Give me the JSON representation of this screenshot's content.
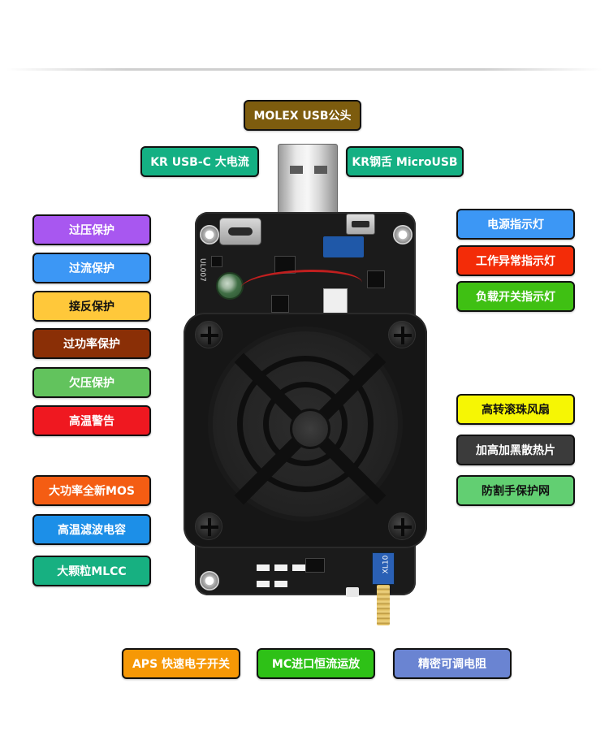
{
  "labels": {
    "molex": {
      "text": "MOLEX USB公头",
      "color": "#7d5c0e"
    },
    "kr_usbc": {
      "text": "KR USB-C 大电流",
      "color": "#14b083"
    },
    "kr_micro": {
      "text": "KR钢舌 MicroUSB",
      "color": "#14b083"
    },
    "left": [
      {
        "text": "过压保护",
        "color": "#a857f0"
      },
      {
        "text": "过流保护",
        "color": "#3c97f5"
      },
      {
        "text": "接反保护",
        "color": "#ffc83a"
      },
      {
        "text": "过功率保护",
        "color": "#8a2f06"
      },
      {
        "text": "欠压保护",
        "color": "#62c35d"
      },
      {
        "text": "高温警告",
        "color": "#ef1820"
      },
      {
        "text": "大功率全新MOS",
        "color": "#f45d13"
      },
      {
        "text": "高温滤波电容",
        "color": "#1c8fe8"
      },
      {
        "text": "大颗粒MLCC",
        "color": "#17b081"
      }
    ],
    "right": [
      {
        "text": "电源指示灯",
        "color": "#3c97f5"
      },
      {
        "text": "工作异常指示灯",
        "color": "#f32c08"
      },
      {
        "text": "负载开关指示灯",
        "color": "#3fc013"
      },
      {
        "text": "高转滚珠风扇",
        "color": "#f6f604"
      },
      {
        "text": "加高加黑散热片",
        "color": "#3b3b3b"
      },
      {
        "text": "防割手保护网",
        "color": "#62cf72"
      }
    ],
    "bottom": [
      {
        "text": "APS 快速电子开关",
        "color": "#f69806"
      },
      {
        "text": "MC进口恒流运放",
        "color": "#2ec117"
      },
      {
        "text": "精密可调电阻",
        "color": "#6a84d2"
      }
    ]
  },
  "board_text": {
    "model": "UL007",
    "pot_text": "XL10"
  }
}
